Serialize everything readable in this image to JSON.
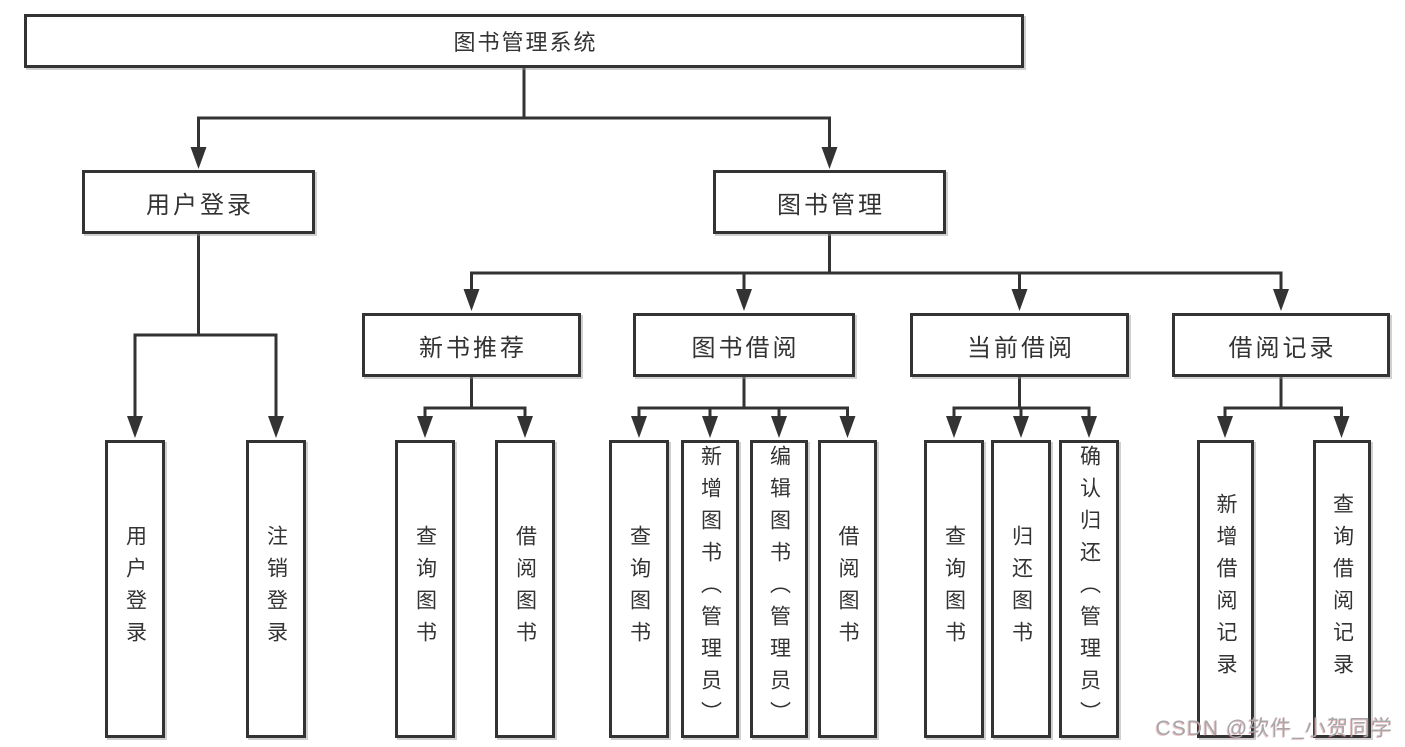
{
  "diagram": {
    "root": {
      "label": "图书管理系统"
    },
    "branches": [
      {
        "label": "用户登录",
        "children": [
          {
            "label": "用户登录"
          },
          {
            "label": "注销登录"
          }
        ]
      },
      {
        "label": "图书管理",
        "children": [
          {
            "label": "新书推荐",
            "children": [
              {
                "label": "查询图书"
              },
              {
                "label": "借阅图书"
              }
            ]
          },
          {
            "label": "图书借阅",
            "children": [
              {
                "label": "查询图书"
              },
              {
                "label": "新增图书（管理员）"
              },
              {
                "label": "编辑图书（管理员）"
              },
              {
                "label": "借阅图书"
              }
            ]
          },
          {
            "label": "当前借阅",
            "children": [
              {
                "label": "查询图书"
              },
              {
                "label": "归还图书"
              },
              {
                "label": "确认归还（管理员）"
              }
            ]
          },
          {
            "label": "借阅记录",
            "children": [
              {
                "label": "新增借阅记录"
              },
              {
                "label": "查询借阅记录"
              }
            ]
          }
        ]
      }
    ]
  },
  "watermark": {
    "text": "CSDN @软件_小贺同学"
  },
  "colors": {
    "line": "#333333",
    "box_border": "#333333",
    "text": "#333333",
    "background": "#ffffff",
    "watermark": "#a6a6ab"
  }
}
